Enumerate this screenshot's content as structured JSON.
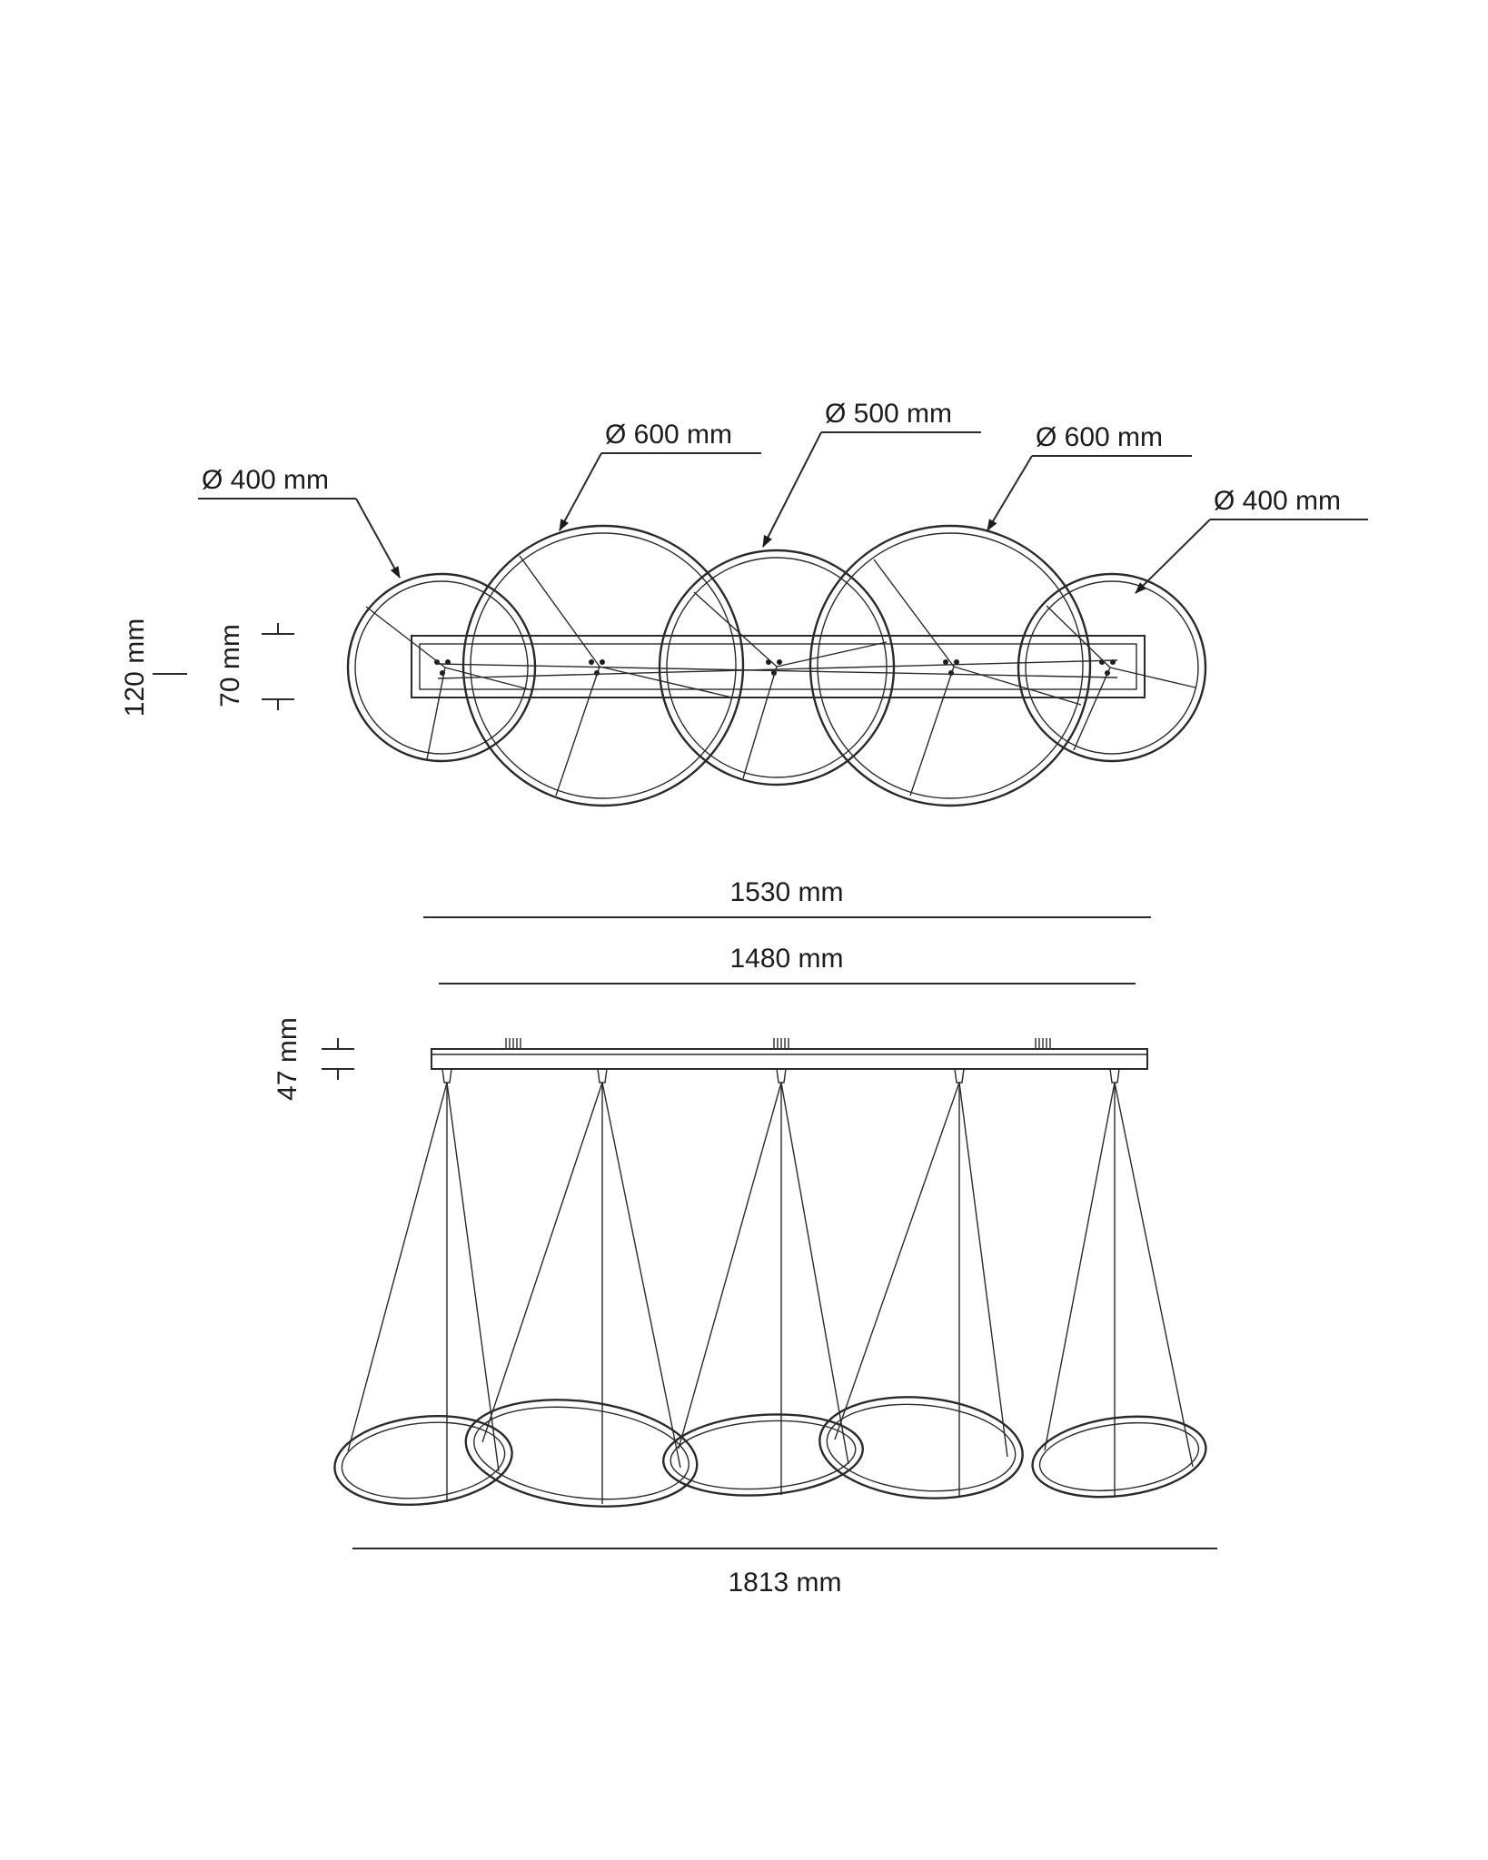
{
  "drawing": {
    "top_view": {
      "diameter_labels": {
        "left_400": "Ø 400 mm",
        "left_600": "Ø 600 mm",
        "center_500": "Ø 500 mm",
        "right_600": "Ø 600 mm",
        "right_400": "Ø 400 mm"
      },
      "fixture_depth": "120 mm",
      "canopy_depth": "70 mm"
    },
    "front_view": {
      "canopy_outer_length": "1530 mm",
      "canopy_inner_length": "1480 mm",
      "canopy_height": "47 mm",
      "overall_width": "1813 mm"
    }
  }
}
